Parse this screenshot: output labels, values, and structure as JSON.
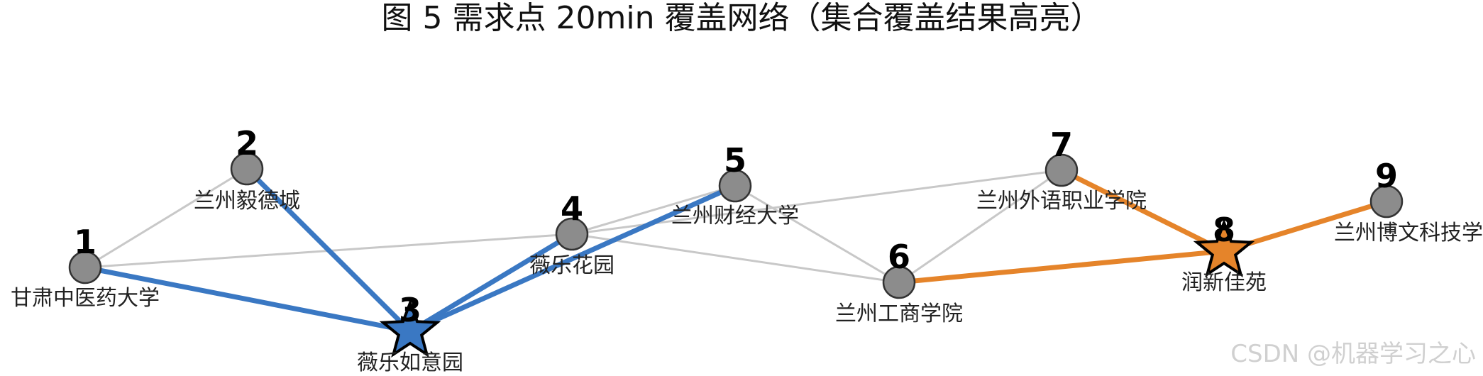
{
  "title": "图 5  需求点 20min 覆盖网络（集合覆盖结果高亮）",
  "watermark": "CSDN @机器学习之心",
  "colors": {
    "background_edge": "#c8c8c8",
    "node_fill": "#8c8c8c",
    "group_blue": "#3a78c3",
    "group_orange": "#e5842a"
  },
  "nodes": [
    {
      "id": "1",
      "label": "甘肃中医药大学",
      "facility": false
    },
    {
      "id": "2",
      "label": "兰州毅德城",
      "facility": false
    },
    {
      "id": "3",
      "label": "薇乐如意园",
      "facility": true,
      "group": "blue"
    },
    {
      "id": "4",
      "label": "薇乐花园",
      "facility": false
    },
    {
      "id": "5",
      "label": "兰州财经大学",
      "facility": false
    },
    {
      "id": "6",
      "label": "兰州工商学院",
      "facility": false
    },
    {
      "id": "7",
      "label": "兰州外语职业学院",
      "facility": false
    },
    {
      "id": "8",
      "label": "润新佳苑",
      "facility": true,
      "group": "orange"
    },
    {
      "id": "9",
      "label": "兰州博文科技学院",
      "facility": false
    }
  ],
  "background_edges": [
    [
      "1",
      "2"
    ],
    [
      "1",
      "4"
    ],
    [
      "4",
      "5"
    ],
    [
      "4",
      "6"
    ],
    [
      "4",
      "7"
    ],
    [
      "5",
      "6"
    ],
    [
      "6",
      "7"
    ]
  ],
  "coverage_edges": [
    {
      "from": "3",
      "to": "1",
      "group": "blue"
    },
    {
      "from": "3",
      "to": "2",
      "group": "blue"
    },
    {
      "from": "3",
      "to": "4",
      "group": "blue"
    },
    {
      "from": "3",
      "to": "5",
      "group": "blue"
    },
    {
      "from": "8",
      "to": "6",
      "group": "orange"
    },
    {
      "from": "8",
      "to": "7",
      "group": "orange"
    },
    {
      "from": "8",
      "to": "9",
      "group": "orange"
    }
  ]
}
